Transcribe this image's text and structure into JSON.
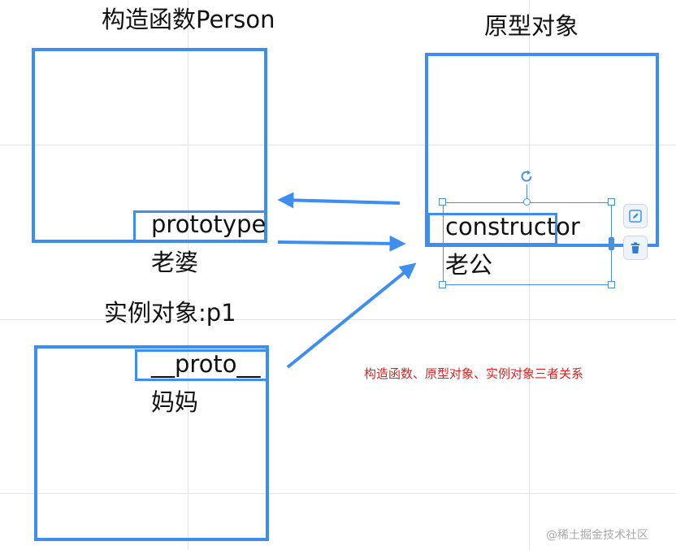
{
  "constructor_box": {
    "title": "构造函数Person",
    "property": "prototype",
    "note": "老婆"
  },
  "prototype_box": {
    "title": "原型对象",
    "property": "constructor",
    "note": "老公"
  },
  "instance_box": {
    "title": "实例对象:p1",
    "property": "__proto__",
    "note": "妈妈"
  },
  "caption": "构造函数、原型对象、实例对象三者关系",
  "watermark": "@稀土掘金技术社区",
  "colors": {
    "accent": "#3d8ef0",
    "caption": "#e02020",
    "grid": "#e3e3e3",
    "selection": "#4a90e2"
  },
  "toolbar_icons": [
    "edit-icon",
    "trash-icon",
    "rotate-icon"
  ]
}
